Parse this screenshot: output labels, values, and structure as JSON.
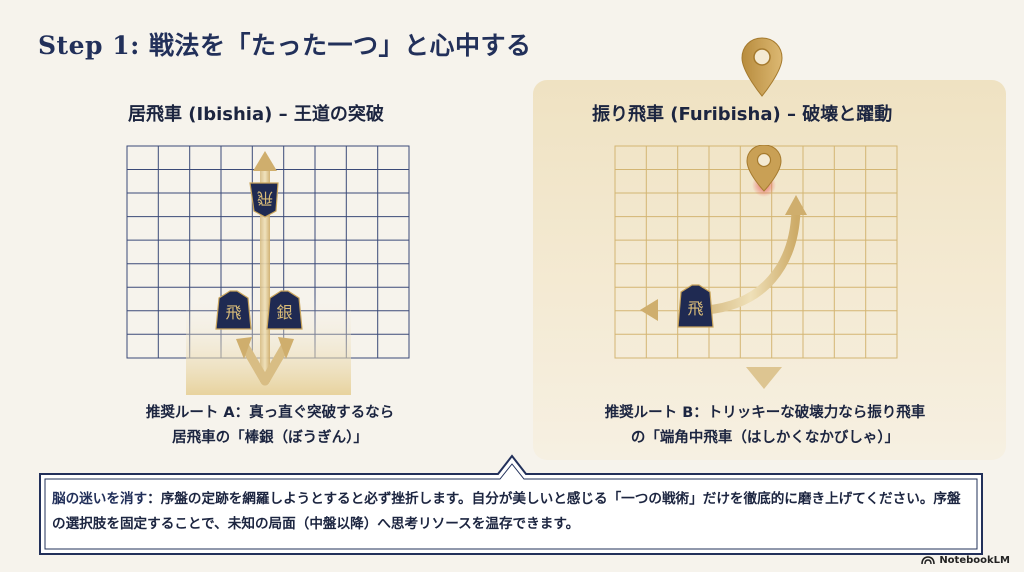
{
  "title": "Step 1: 戦法を「たった一つ」と心中する",
  "left": {
    "subtitle": "居飛車 (Ibishia) – 王道の突破",
    "pieces": [
      "飛",
      "飛",
      "銀"
    ],
    "caption_line1": "推奨ルート A：真っ直ぐ突破するなら",
    "caption_line2": "居飛車の「棒銀（ぼうぎん）」"
  },
  "right": {
    "subtitle": "振り飛車 (Furibisha) – 破壊と躍動",
    "pieces": [
      "飛"
    ],
    "caption_line1": "推奨ルート B：トリッキーな破壊力なら振り飛車",
    "caption_line2": "の「端角中飛車（はしかくなかびしゃ）」"
  },
  "callout": {
    "highlight": "脳の迷いを消す",
    "body": "：序盤の定跡を網羅しようとすると必ず挫折します。自分が美しいと感じる「一つの戦術」だけを徹底的に磨き上げてください。序盤の選択肢を固定することで、未知の局面（中盤以降）へ思考リソースを温存できます。"
  },
  "brand": "NotebookLM",
  "colors": {
    "navy": "#22305a",
    "gold": "#c9a55c",
    "paper": "#f6f3ec"
  }
}
